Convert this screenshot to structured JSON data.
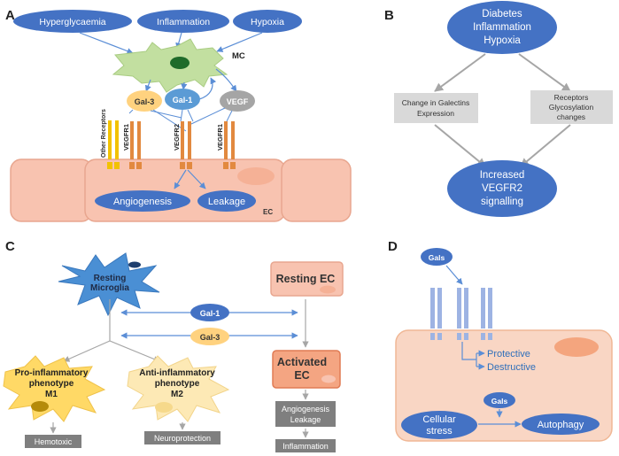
{
  "colors": {
    "blue_oval": "#4472c4",
    "blue_line": "#5b8ed6",
    "ec_fill": "#f8c3b0",
    "ec_stroke": "#e8a68f",
    "orange_bar": "#e2893f",
    "yellow_bar": "#f2c200",
    "mc_green": "#c2dfa0",
    "gal3": "#ffd27f",
    "gal1": "#5b9bd5",
    "vegf": "#a5a5a5",
    "grey_box": "#d9d9d9",
    "dark_grey_box": "#7f7f7f",
    "microglia": "#4a8fd4",
    "m_yellow": "#ffd966",
    "m_light": "#fde9b5",
    "activated_ec": "#f4a582",
    "receptor_blue": "#9db3e3"
  },
  "panel_a": {
    "label": "A",
    "stimuli": [
      "Hyperglycaemia",
      "Inflammation",
      "Hypoxia"
    ],
    "mc": "MC",
    "gal3": "Gal-3",
    "gal1": "Gal-1",
    "vegf": "VEGF",
    "other_receptors": "Other Receptors",
    "vegfr1_left": "VEGFR1",
    "vegfr2": "VEGFR2",
    "vegfr1_right": "VEGFR1",
    "angiogenesis": "Angiogenesis",
    "leakage": "Leakage",
    "ec": "EC"
  },
  "panel_b": {
    "label": "B",
    "top_lines": [
      "Diabetes",
      "Inflammation",
      "Hypoxia"
    ],
    "left_box": [
      "Change in Galectins",
      "Expression"
    ],
    "right_box": [
      "Receptors",
      "Glycosylation",
      "changes"
    ],
    "bottom_lines": [
      "Increased",
      "VEGFR2",
      "signalling"
    ]
  },
  "panel_c": {
    "label": "C",
    "resting_microglia": [
      "Resting",
      "Microglia"
    ],
    "resting_ec": "Resting EC",
    "gal1": "Gal-1",
    "gal3": "Gal-3",
    "m1": [
      "Pro-inflammatory",
      "phenotype",
      "M1"
    ],
    "m2": [
      "Anti-inflammatory",
      "phenotype",
      "M2"
    ],
    "activated_ec": [
      "Activated",
      "EC"
    ],
    "hemotoxic": "Hemotoxic",
    "neuroprotection": "Neuroprotection",
    "ec_outcomes": [
      "Angiogenesis",
      "Leakage"
    ],
    "inflammation": "Inflammation"
  },
  "panel_d": {
    "label": "D",
    "gals_top": "Gals",
    "protective": "Protective",
    "destructive": "Destructive",
    "gals_mid": "Gals",
    "cellular_stress": [
      "Cellular",
      "stress"
    ],
    "autophagy": "Autophagy"
  }
}
